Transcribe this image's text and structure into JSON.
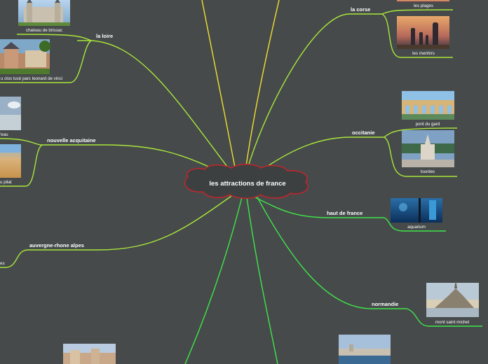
{
  "central": {
    "title": "les attractions de france"
  },
  "colors": {
    "background": "#464a4a",
    "green_branch": "#a8e63b",
    "bright_green_branch": "#3ee64a",
    "yellow_branch": "#f0e030",
    "central_outline": "#c0262e",
    "central_fill": "#3c4040"
  },
  "branches": {
    "la_loire": "la loire",
    "la_corse": "la corse",
    "nouvelle_aquitaine": "nouvelle acquitaine",
    "occitanie": "occitanie",
    "auvergne": "auvergne-rhone alpes",
    "haut_de_france": "haut de france",
    "normandie": "normandie"
  },
  "leaves": {
    "chateau_brissac": "chateau  de brissac",
    "clos_luce": "u clos lucé  parc leonard de vinci",
    "les_plages": "les plages",
    "les_menhirs": "les menhirs",
    "eau": "'eau",
    "pilat": "u pilat",
    "pont_du_gard": "pont du gard",
    "lourdes": "lourdes",
    "auvergne_leaf": "es",
    "aquarium": "aquarium",
    "mont_saint_michel": "mont saint michel"
  }
}
